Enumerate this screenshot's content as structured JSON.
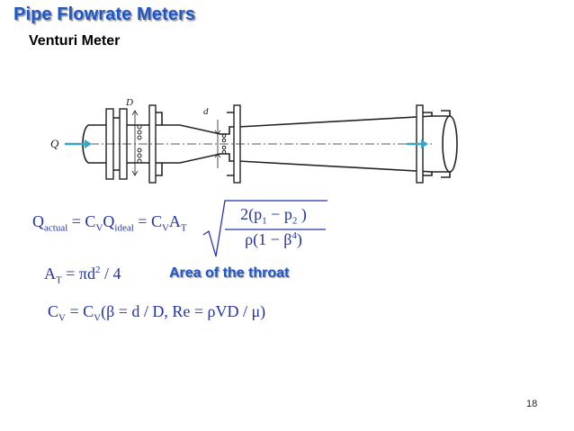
{
  "slide": {
    "title": "Pipe Flowrate Meters",
    "subtitle": "Venturi Meter",
    "area_label": "Area of the throat",
    "page_number": "18"
  },
  "diagram": {
    "label_Q": "Q",
    "label_D": "D",
    "label_d": "d"
  },
  "equations": {
    "q_actual_lhs": "Q",
    "q_actual_sub": "actual",
    "cv": "C",
    "cv_sub": "V",
    "q_ideal": "Q",
    "q_ideal_sub": "ideal",
    "at": "A",
    "at_sub": "T",
    "num_open": "2(p",
    "num_sub1": "1",
    "num_mid": " − p",
    "num_sub2": "2",
    "num_close": " )",
    "den_open": "ρ(1 − β",
    "den_sup": "4",
    "den_close": ")",
    "area_lhs": "A",
    "area_lhs_sub": "T",
    "area_rhs": " = πd",
    "area_rhs_sup": "2",
    "area_tail": " / 4",
    "cv_lhs": "C",
    "cv_lhs_sub": "V",
    "cv_rhs": " = C",
    "cv_rhs_sub": "V",
    "cv_args": "(β = d / D, Re = ρVD / μ)"
  }
}
